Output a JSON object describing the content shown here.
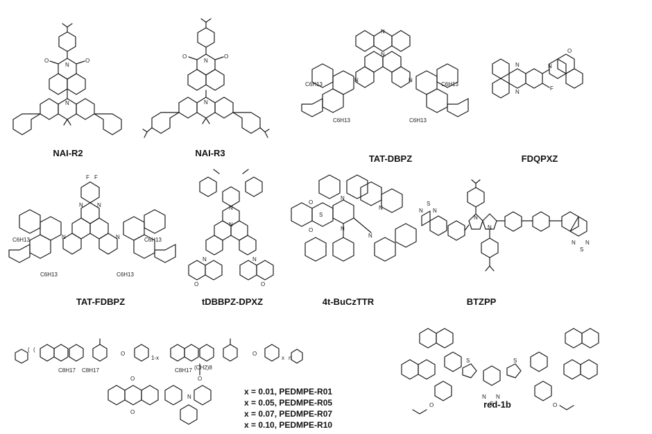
{
  "compounds": [
    {
      "name": "NAI-R2"
    },
    {
      "name": "NAI-R3"
    },
    {
      "name": "TAT-DBPZ"
    },
    {
      "name": "FDQPXZ"
    },
    {
      "name": "TAT-FDBPZ"
    },
    {
      "name": "tDBBPZ-DPXZ"
    },
    {
      "name": "4t-BuCzTTR"
    },
    {
      "name": "BTZPP"
    },
    {
      "name": "red-1b"
    }
  ],
  "polymer_series": [
    "x = 0.01, PEDMPE-R01",
    "x = 0.05, PEDMPE-R05",
    "x = 0.07, PEDMPE-R07",
    "x = 0.10, PEDMPE-R10"
  ],
  "atom_labels": {
    "oxygen": "O",
    "nitrogen": "N",
    "fluorine": "F",
    "sulfur": "S",
    "hexyl": "C6H13",
    "octyl": "C8H17",
    "subscript_x": "x",
    "subscript_n": "n",
    "subscript_1x": "1-x",
    "ch2_8": "(CH2)8"
  }
}
